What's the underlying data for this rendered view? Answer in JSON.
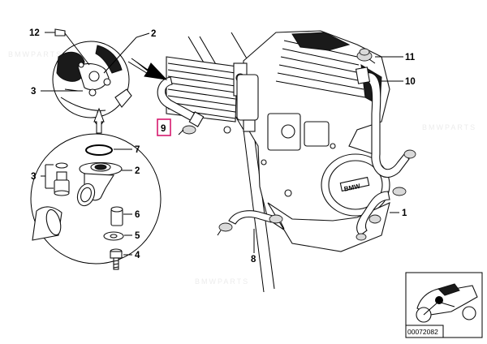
{
  "callouts": {
    "c1": "1",
    "c2_top": "2",
    "c2_detail": "2",
    "c3_top": "3",
    "c3_detail": "3",
    "c4": "4",
    "c5": "5",
    "c6": "6",
    "c7": "7",
    "c8": "8",
    "c9": "9",
    "c10": "10",
    "c11": "11",
    "c12": "12"
  },
  "highlight_color": "#d6196e",
  "thumbnail": {
    "code": "00072082"
  },
  "watermark": "BMWPARTS"
}
